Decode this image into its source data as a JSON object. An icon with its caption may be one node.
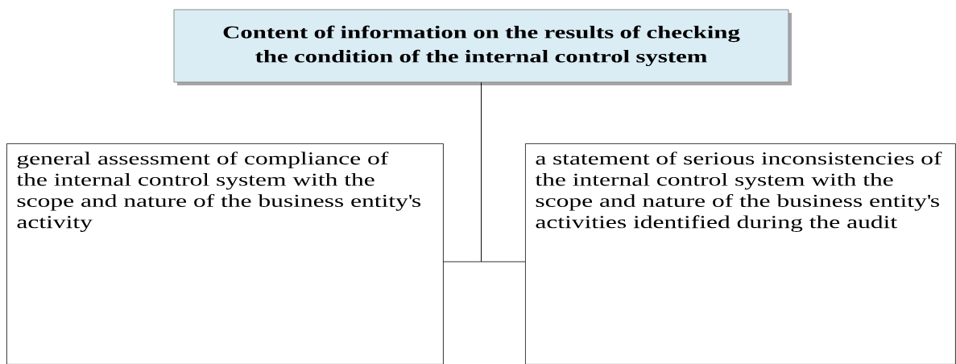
{
  "diagram": {
    "nodes": [
      {
        "text": [
          "Content of information on the results of checking the condition of the internal control system"
        ]
      },
      {
        "text": [
          "general assessment of compliance of the internal control system with the scope and nature of the business entity's activity"
        ]
      },
      {
        "text": [
          "a statement of serious inconsistencies of the internal control system with the scope and nature of the business entity's activities identified during the audit"
        ]
      }
    ],
    "edges": [
      {
        "from": 0,
        "to": 1,
        "arrow": "none"
      },
      {
        "from": 0,
        "to": 2,
        "arrow": "none"
      }
    ]
  }
}
